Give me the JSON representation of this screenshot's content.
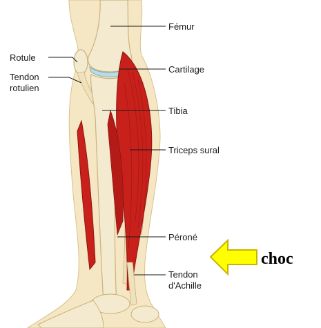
{
  "labels": {
    "femur": "Fémur",
    "rotule": "Rotule",
    "tendon_rotulien_line1": "Tendon",
    "tendon_rotulien_line2": "rotulien",
    "cartilage": "Cartilage",
    "tibia": "Tibia",
    "triceps_sural": "Triceps sural",
    "perone": "Péroné",
    "tendon_achille_line1": "Tendon",
    "tendon_achille_line2": "d'Achille"
  },
  "impact": {
    "label": "choc",
    "arrow_color": "#ffff00",
    "arrow_stroke": "#c9b400"
  },
  "colors": {
    "bone": "#f3ead0",
    "bone_shade": "#d9c99a",
    "muscle": "#c8201a",
    "muscle_dark": "#8d1410",
    "skin": "#f6e7c4",
    "cartilage": "#b9dbe8"
  }
}
